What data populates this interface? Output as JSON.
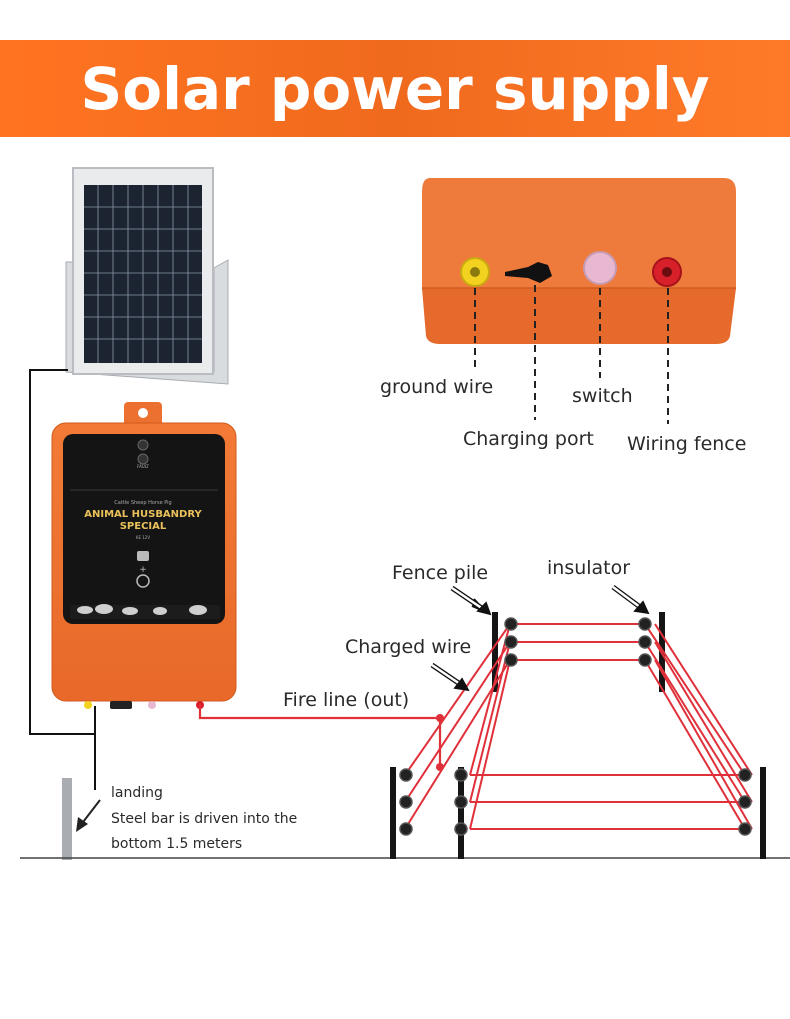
{
  "title": "Solar power supply",
  "device": {
    "brand_line": "Cattle Sheep Horse Pig",
    "name_line1": "ANIMAL HUSBANDRY",
    "name_line2": "SPECIAL",
    "voltage": "6E 12V",
    "fault_label": "FAULT"
  },
  "labels": {
    "ground_wire": "ground wire",
    "charging_port": "Charging port",
    "switch": "switch",
    "wiring_fence": "Wiring fence",
    "fence_pile": "Fence pile",
    "insulator": "insulator",
    "charged_wire": "Charged wire",
    "fire_line": "Fire line (out)",
    "landing": "landing",
    "steel_bar_line1": "Steel bar is driven into the",
    "steel_bar_line2": "bottom 1.5 meters"
  },
  "colors": {
    "banner": "#f06a1e",
    "device_orange": "#f07a2a",
    "fence_wire": "#e0303a",
    "port_yellow": "#f2d21e",
    "port_red": "#d8202a"
  }
}
